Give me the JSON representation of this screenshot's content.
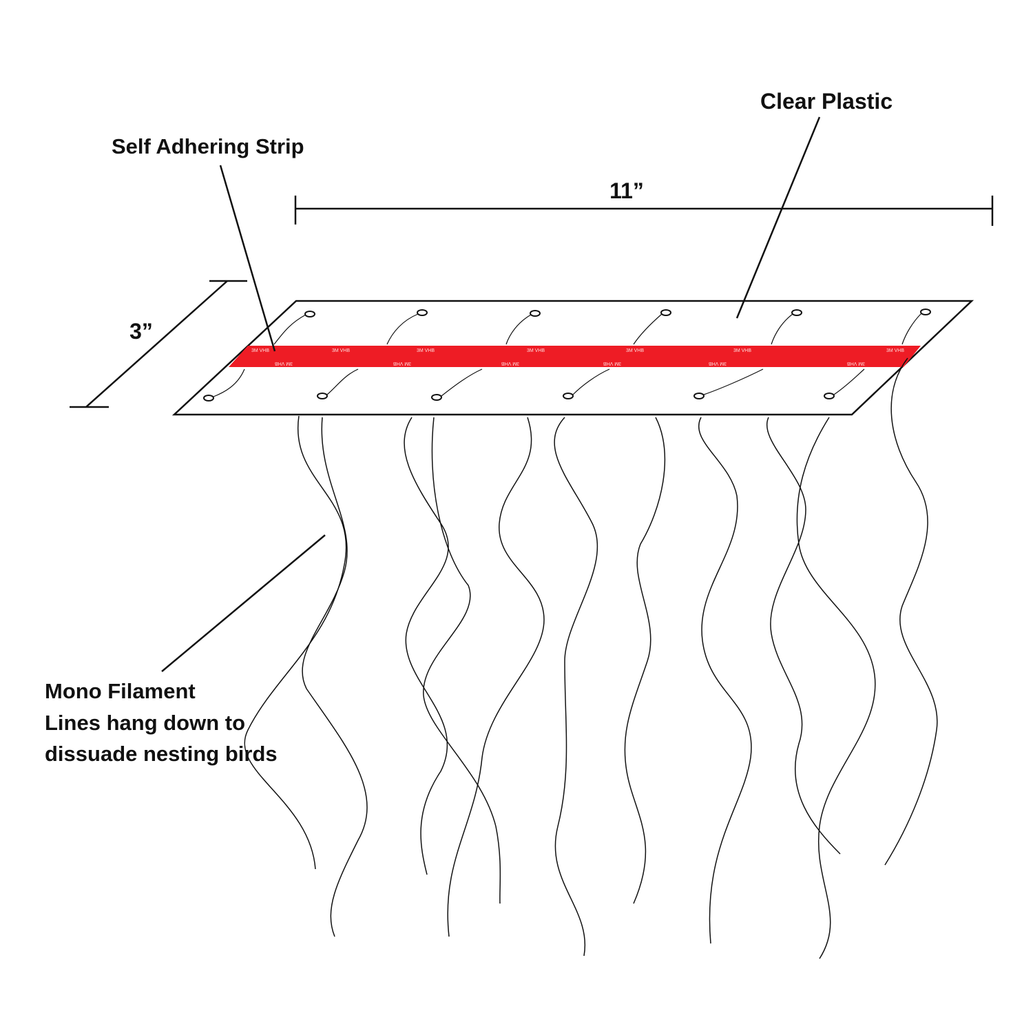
{
  "labels": {
    "clear_plastic": "Clear Plastic",
    "self_adhering_strip": "Self Adhering Strip",
    "width_dimension": "11”",
    "depth_dimension": "3”",
    "mono_filament": [
      "Mono Filament",
      "Lines hang down to",
      "dissuade nesting birds"
    ]
  },
  "tape": {
    "print_text": "3M VHB",
    "color": "#ee1c25"
  },
  "colors": {
    "line": "#111111",
    "background": "#ffffff"
  }
}
